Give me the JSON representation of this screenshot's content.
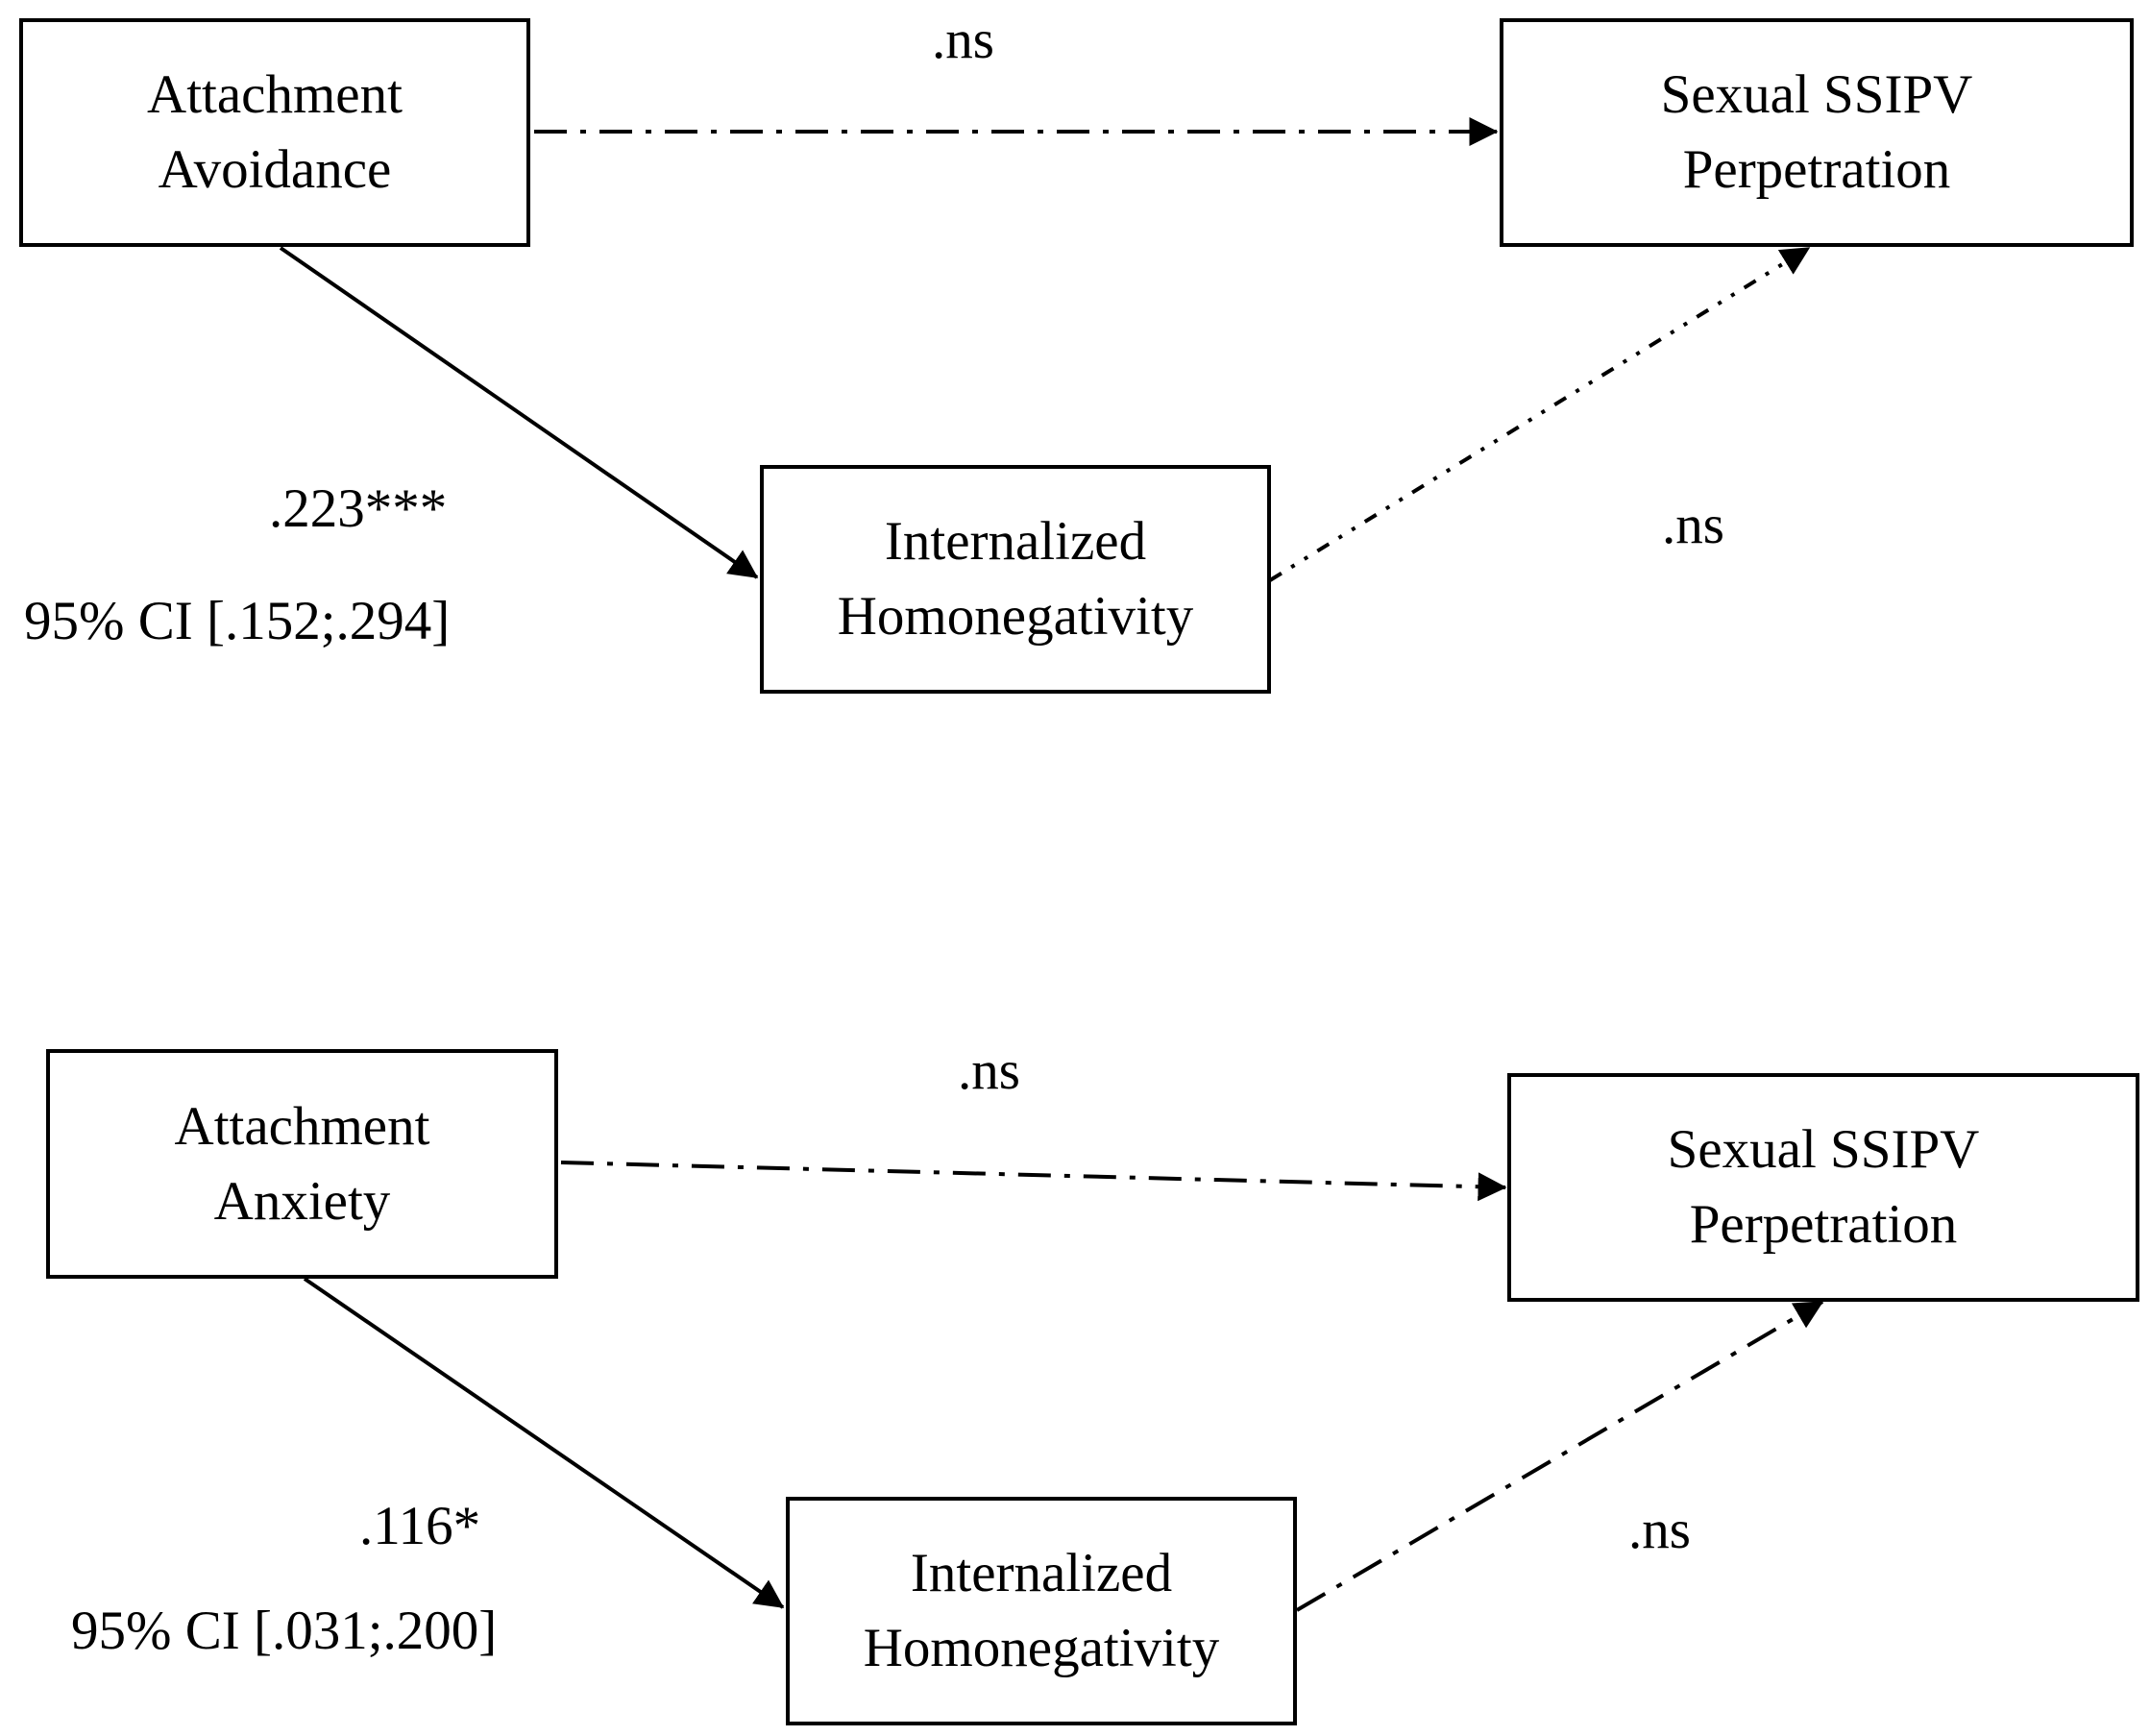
{
  "panels": [
    {
      "predictor": [
        "Attachment",
        "Avoidance"
      ],
      "mediator": [
        "Internalized",
        "Homonegativity"
      ],
      "outcome": [
        "Sexual SSIPV",
        "Perpetration"
      ],
      "direct_label": ".ns",
      "a_path_label": ".223***",
      "a_path_ci": "95% CI [.152;.294]",
      "b_path_label": ".ns"
    },
    {
      "predictor": [
        "Attachment",
        "Anxiety"
      ],
      "mediator": [
        "Internalized",
        "Homonegativity"
      ],
      "outcome": [
        "Sexual SSIPV",
        "Perpetration"
      ],
      "direct_label": ".ns",
      "a_path_label": ".116*",
      "a_path_ci": "95% CI [.031;.200]",
      "b_path_label": ".ns"
    }
  ],
  "colors": {
    "line": "#000000",
    "box_border": "#000000",
    "background": "#ffffff",
    "text": "#000000"
  }
}
